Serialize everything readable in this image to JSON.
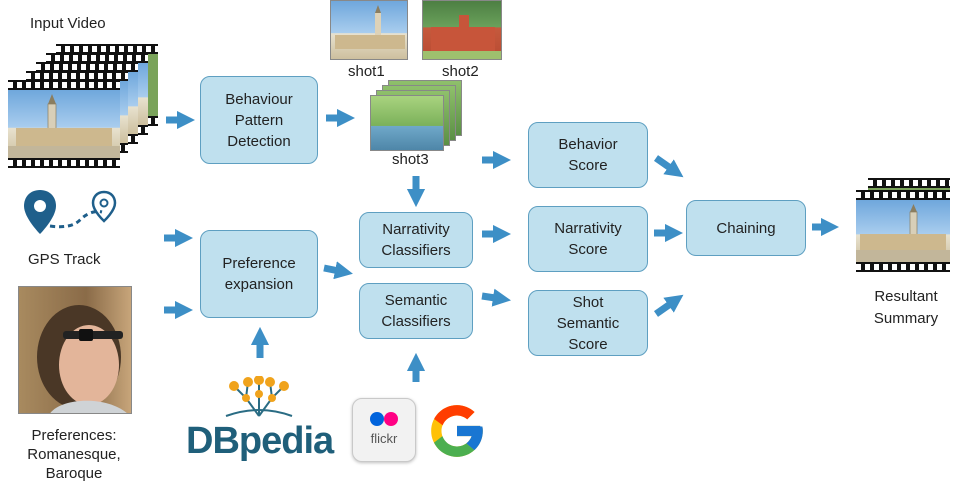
{
  "labels": {
    "input_video": "Input Video",
    "shot1": "shot1",
    "shot2": "shot2",
    "shot3": "shot3",
    "gps_track": "GPS Track",
    "preferences": "Preferences:\nRomanesque,\nBaroque",
    "resultant_summary": "Resultant\nSummary",
    "dbpedia": "DBpedia",
    "flickr": "flickr"
  },
  "boxes": {
    "behaviour_pattern_detection": "Behaviour\nPattern\nDetection",
    "preference_expansion": "Preference\nexpansion",
    "narrativity_classifiers": "Narrativity\nClassifiers",
    "semantic_classifiers": "Semantic\nClassifiers",
    "behavior_score": "Behavior\nScore",
    "narrativity_score": "Narrativity\nScore",
    "shot_semantic_score": "Shot\nSemantic\nScore",
    "chaining": "Chaining"
  },
  "colors": {
    "box_fill": "#bfe0ee",
    "box_border": "#5e9fc1",
    "arrow": "#3d8fc6",
    "gps": "#1f5f8b"
  },
  "icons": [
    "film-strip-icon",
    "gps-pin-icon",
    "arrow-icon",
    "dbpedia-logo",
    "flickr-logo",
    "google-logo"
  ]
}
